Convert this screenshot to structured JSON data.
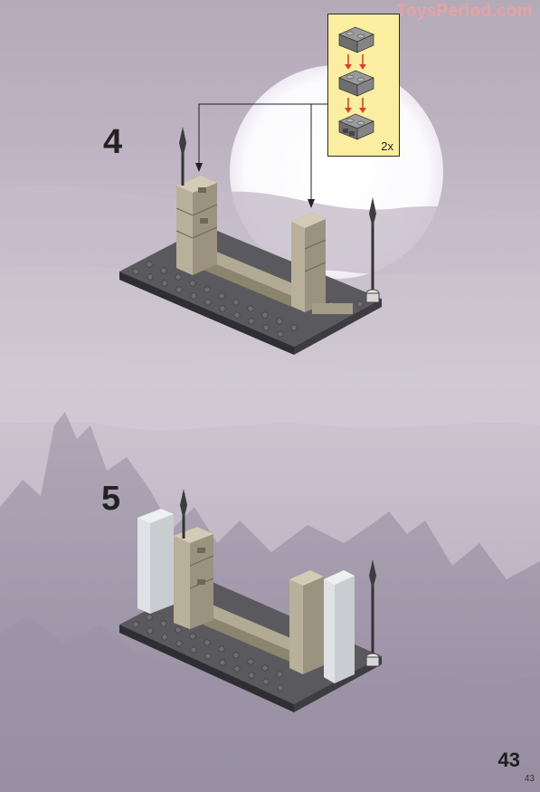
{
  "watermark": "ToysPeriod.com",
  "steps": [
    {
      "number": "4",
      "callout_quantity": "2x"
    },
    {
      "number": "5"
    }
  ],
  "page_number": "43",
  "page_number_small": "43"
}
